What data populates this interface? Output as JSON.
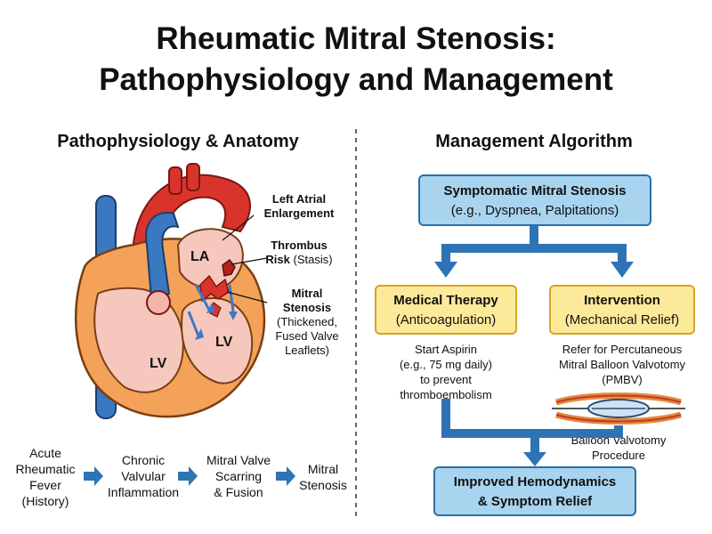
{
  "title": {
    "line1": "Rheumatic Mitral Stenosis:",
    "line2": "Pathophysiology and Management"
  },
  "left": {
    "heading": "Pathophysiology & Anatomy",
    "labels": {
      "la_enlargement": [
        "Left Atrial",
        "Enlargement"
      ],
      "thrombus_bold": [
        "Thrombus",
        "Risk"
      ],
      "thrombus_note": "(Stasis)",
      "ms_bold": [
        "Mitral",
        "Stenosis"
      ],
      "ms_note": [
        "(Thickened,",
        "Fused Valve",
        "Leaflets)"
      ],
      "chamber_la": "LA",
      "chamber_lv1": "LV",
      "chamber_lv2": "LV"
    },
    "flow": [
      [
        "Acute",
        "Rheumatic",
        "Fever",
        "(History)"
      ],
      [
        "Chronic",
        "Valvular",
        "Inflammation"
      ],
      [
        "Mitral Valve",
        "Scarring",
        "& Fusion"
      ],
      [
        "Mitral",
        "Stenosis"
      ]
    ]
  },
  "right": {
    "heading": "Management Algorithm",
    "top_box": [
      "Symptomatic Mitral Stenosis",
      "(e.g., Dyspnea, Palpitations)"
    ],
    "medical": {
      "title": "Medical Therapy",
      "subtitle": "(Anticoagulation)",
      "detail": [
        "Start Aspirin",
        "(e.g., 75 mg daily)",
        "to prevent",
        "thromboembolism"
      ]
    },
    "intervention": {
      "title": "Intervention",
      "subtitle": "(Mechanical Relief)",
      "detail": [
        "Refer for Percutaneous",
        "Mitral Balloon Valvotomy",
        "(PMBV)"
      ],
      "balloon_caption": [
        "Balloon Valvotomy",
        "Procedure"
      ]
    },
    "outcome": [
      "Improved Hemodynamics",
      "& Symptom Relief"
    ]
  },
  "colors": {
    "arrow_blue": "#2e74b5",
    "box_blue": "#a8d4f0",
    "box_yellow": "#fde99a",
    "heart_orange": "#f4a259",
    "vessel_blue": "#3b78c2",
    "vessel_red": "#d9342b",
    "chamber_pink": "#f6c8bd"
  }
}
